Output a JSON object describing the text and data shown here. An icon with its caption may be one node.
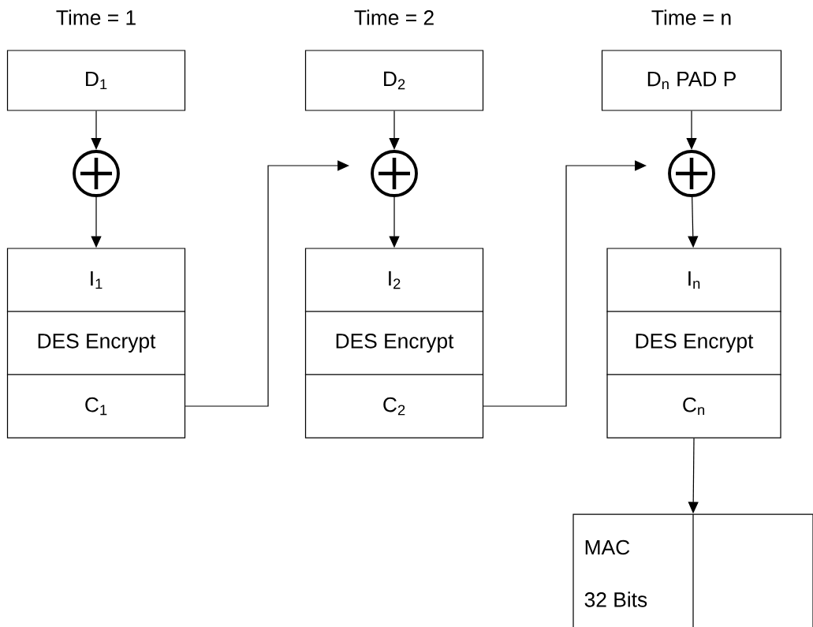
{
  "diagram": {
    "nodes": [
      {
        "text": [
          "D$_{1}$"
        ]
      },
      {
        "text": [],
        "shape": "circle"
      },
      {
        "text": [
          "I$_{1}$"
        ]
      },
      {
        "text": [
          "DES Encrypt"
        ]
      },
      {
        "text": [
          "C$_{1}$"
        ]
      },
      {
        "text": [
          "D$_{2}$"
        ]
      },
      {
        "text": [],
        "shape": "circle"
      },
      {
        "text": [
          "I$_{2}$"
        ]
      },
      {
        "text": [
          "DES Encrypt"
        ]
      },
      {
        "text": [
          "C$_{2}$"
        ]
      },
      {
        "text": [
          "D$_{n}$ PAD P"
        ]
      },
      {
        "text": [],
        "shape": "circle"
      },
      {
        "text": [
          "I$_{n}$"
        ]
      },
      {
        "text": [
          "DES Encrypt"
        ]
      },
      {
        "text": [
          "C$_{n}$"
        ]
      },
      {
        "text": [
          "MAC",
          "32 Bits"
        ]
      }
    ],
    "edges": [
      {
        "from": 0,
        "to": 1,
        "arrow": "to"
      },
      {
        "from": 1,
        "to": 2,
        "arrow": "to"
      },
      {
        "from": 4,
        "to": 6,
        "arrow": "to"
      },
      {
        "from": 5,
        "to": 6,
        "arrow": "to"
      },
      {
        "from": 6,
        "to": 7,
        "arrow": "to"
      },
      {
        "from": 9,
        "to": 11,
        "arrow": "to"
      },
      {
        "from": 10,
        "to": 11,
        "arrow": "to"
      },
      {
        "from": 11,
        "to": 12,
        "arrow": "to"
      },
      {
        "from": 14,
        "to": 15,
        "arrow": "to"
      }
    ],
    "labels": [
      "Time = 1",
      "Time = 2",
      "Time = n"
    ]
  }
}
